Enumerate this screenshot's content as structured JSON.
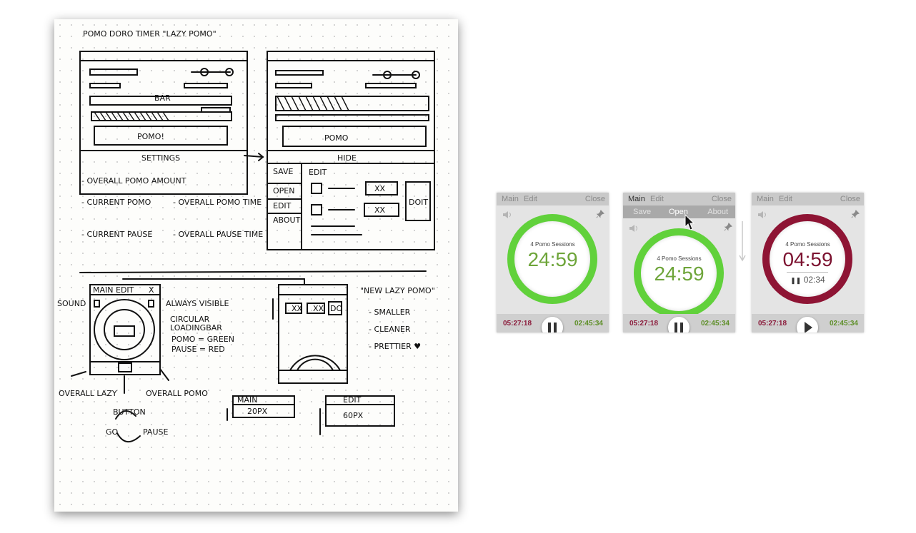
{
  "sketch": {
    "title": "POMO DORO TIMER \"LAZY POMO\"",
    "win1_bar_label": "BAR",
    "win1_button": "POMO!",
    "win1_footer": "SETTINGS",
    "win2_button": "POMO",
    "win2_footer": "HIDE",
    "win2_side": [
      "SAVE",
      "OPEN",
      "EDIT",
      "ABOUT"
    ],
    "win2_edit_label": "EDIT",
    "win2_xx": "XX",
    "win2_doit": "DOIT",
    "notes": [
      "- OVERALL POMO AMOUNT",
      "- CURRENT POMO",
      "- OVERALL POMO TIME",
      "- CURRENT PAUSE",
      "- OVERALL PAUSE TIME"
    ],
    "small_menu": [
      "MAIN",
      "EDIT",
      "X"
    ],
    "annot_sound": "SOUND",
    "annot_visible": "ALWAYS VISIBLE",
    "annot_circle": [
      "CIRCULAR",
      "LOADINGBAR"
    ],
    "annot_colors": [
      "POMO = GREEN",
      "PAUSE = RED"
    ],
    "annot_overall_lazy": "OVERALL LAZY",
    "annot_overall_pomo": "OVERALL POMO",
    "annot_button": "BUTTON",
    "annot_go": "GO",
    "annot_pause": "PAUSE",
    "new_title": "\"NEW LAZY POMO\"",
    "new_bullets": [
      "- SMALLER",
      "- CLEANER",
      "- PRETTIER ♥"
    ],
    "doit_small": "DO",
    "px20_menu": "MAIN",
    "px20": "20PX",
    "px60_menu": "EDIT",
    "px60": "60PX"
  },
  "apps": [
    {
      "menu": {
        "main": "Main",
        "edit": "Edit",
        "close": "Close"
      },
      "sessions": "4 Pomo Sessions",
      "time": "24:59",
      "left_total": "05:27:18",
      "right_total": "02:45:34",
      "button": "pause"
    },
    {
      "menu": {
        "main": "Main",
        "edit": "Edit",
        "close": "Close"
      },
      "submenu": {
        "save": "Save",
        "open": "Open",
        "about": "About"
      },
      "sessions": "4 Pomo Sessions",
      "time": "24:59",
      "left_total": "05:27:18",
      "right_total": "02:45:34",
      "button": "pause"
    },
    {
      "menu": {
        "main": "Main",
        "edit": "Edit",
        "close": "Close"
      },
      "sessions": "4 Pomo Sessions",
      "time": "04:59",
      "pause_time": "02:34",
      "left_total": "05:27:18",
      "right_total": "02:45:34",
      "button": "play"
    }
  ],
  "colors": {
    "pomo": "#61d13b",
    "pause": "#8e1434"
  }
}
